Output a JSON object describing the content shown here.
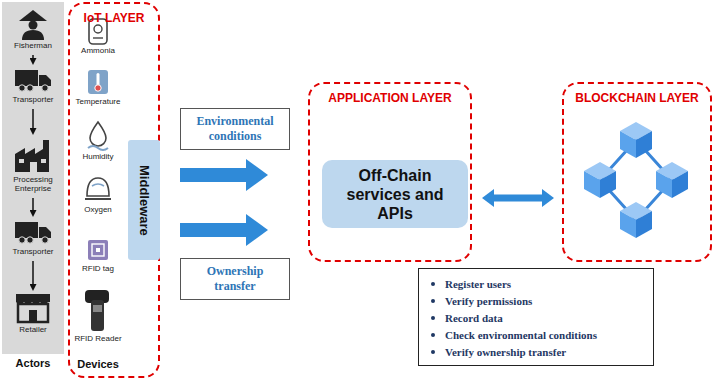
{
  "diagram": {
    "nodes": [
      {
        "text": [
          "Actors"
        ]
      },
      {
        "text": [
          "Fisherman"
        ],
        "in": 0
      },
      {
        "text": [
          "Transporter"
        ],
        "in": 0
      },
      {
        "text": [
          "Processing Enterprise"
        ],
        "in": 0
      },
      {
        "text": [
          "Transporter"
        ],
        "in": 0
      },
      {
        "text": [
          "Retailer"
        ],
        "in": 0
      },
      {
        "text": [
          "IoT LAYER"
        ]
      },
      {
        "text": [
          "Middleware"
        ],
        "in": 6
      },
      {
        "text": [
          "Environmental conditions"
        ]
      },
      {
        "text": [
          "Ownership transfer"
        ]
      },
      {
        "text": [
          "APPLICATION LAYER"
        ]
      },
      {
        "text": [
          "Off-Chain services and APIs"
        ],
        "in": 10
      },
      {
        "text": [
          "BLOCKCHAIN LAYER"
        ]
      },
      {
        "text": [
          "Register users",
          "Verify permissions",
          "Record data",
          "Check environmental conditions",
          "Verify ownership transfer"
        ]
      }
    ],
    "edges": [
      {
        "from": 1,
        "to": 2,
        "arrow": "to"
      },
      {
        "from": 2,
        "to": 3,
        "arrow": "to"
      },
      {
        "from": 3,
        "to": 4,
        "arrow": "to"
      },
      {
        "from": 4,
        "to": 5,
        "arrow": "to"
      },
      {
        "from": 7,
        "to": 10,
        "arrow": "to"
      },
      {
        "from": 7,
        "to": 10,
        "arrow": "to"
      },
      {
        "from": 10,
        "to": 12,
        "arrow": "both"
      }
    ],
    "labels": [
      "Ammonia",
      "Temperature",
      "Humidity",
      "Oxygen",
      "RFID tag",
      "RFID Reader",
      "Devices"
    ]
  }
}
